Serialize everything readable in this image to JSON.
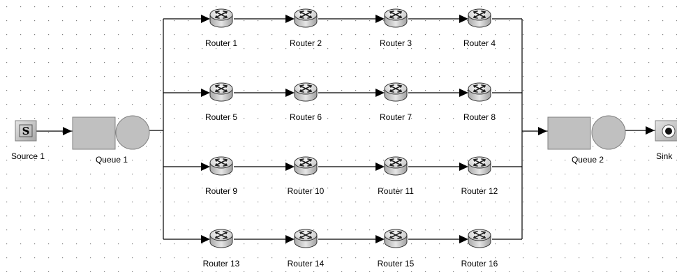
{
  "diagram": {
    "source": {
      "label": "Source 1",
      "glyph": "S",
      "icon": "source-block-icon"
    },
    "queue_in": {
      "label": "Queue 1",
      "icon": "queue-server-icon"
    },
    "queue_out": {
      "label": "Queue 2",
      "icon": "queue-server-icon"
    },
    "sink": {
      "label": "Sink",
      "icon": "sink-block-icon"
    },
    "routers": [
      [
        "Router 1",
        "Router 2",
        "Router 3",
        "Router 4"
      ],
      [
        "Router 5",
        "Router 6",
        "Router 7",
        "Router 8"
      ],
      [
        "Router 9",
        "Router 10",
        "Router 11",
        "Router 12"
      ],
      [
        "Router 13",
        "Router 14",
        "Router 15",
        "Router 16"
      ]
    ],
    "router_icon": "router-icon",
    "colors": {
      "block_fill": "#c0c0c0",
      "block_stroke": "#808080",
      "line": "#000000",
      "grid_dot": "#808080"
    }
  }
}
